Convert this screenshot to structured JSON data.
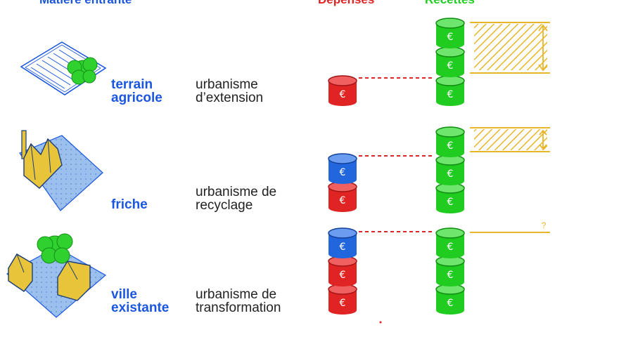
{
  "header": {
    "col1": "Matière entrante",
    "col2": "Dépenses",
    "col3": "Recettes"
  },
  "colors": {
    "blue": "#1a56e0",
    "red": "#e02424",
    "green": "#1fcc1f",
    "yellow": "#e8b62a",
    "expense_blue": "#2266dd"
  },
  "rows": [
    {
      "land_label_1": "terrain",
      "land_label_2": "agricole",
      "urb_label_1": "urbanisme",
      "urb_label_2": "d’extension",
      "icon": "farmland-icon",
      "expense_coins": [
        "red"
      ],
      "revenue_coins": 3,
      "gain": "large"
    },
    {
      "land_label_1": "friche",
      "urb_label_1": "urbanisme de",
      "urb_label_2": "recyclage",
      "icon": "brownfield-factory-icon",
      "expense_coins": [
        "blue",
        "red"
      ],
      "revenue_coins": 3,
      "gain": "small"
    },
    {
      "land_label_1": "ville",
      "land_label_2": "existante",
      "urb_label_1": "urbanisme de",
      "urb_label_2": "transformation",
      "icon": "existing-city-icon",
      "expense_coins": [
        "blue",
        "red",
        "red"
      ],
      "revenue_coins": 3,
      "gain": "unknown",
      "gain_mark": "?"
    }
  ]
}
